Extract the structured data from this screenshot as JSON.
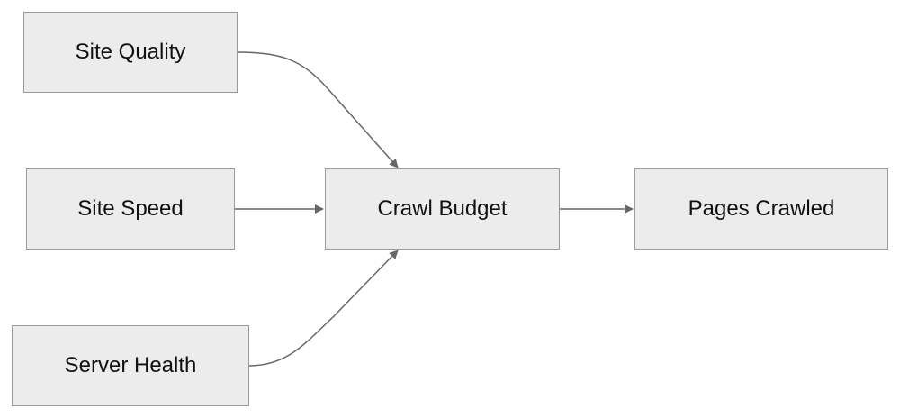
{
  "diagram": {
    "nodes": [
      {
        "id": "site-quality",
        "label": "Site Quality"
      },
      {
        "id": "site-speed",
        "label": "Site Speed"
      },
      {
        "id": "server-health",
        "label": "Server Health"
      },
      {
        "id": "crawl-budget",
        "label": "Crawl Budget"
      },
      {
        "id": "pages-crawled",
        "label": "Pages Crawled"
      }
    ],
    "edges": [
      {
        "from": "site-quality",
        "to": "crawl-budget"
      },
      {
        "from": "site-speed",
        "to": "crawl-budget"
      },
      {
        "from": "server-health",
        "to": "crawl-budget"
      },
      {
        "from": "crawl-budget",
        "to": "pages-crawled"
      }
    ],
    "colors": {
      "node_fill": "#ececec",
      "node_border": "#999999",
      "edge": "#666666",
      "text": "#111111"
    }
  }
}
